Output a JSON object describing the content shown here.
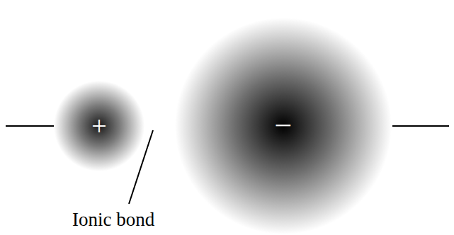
{
  "diagram": {
    "nodes": [
      {
        "text": [
          "+"
        ]
      },
      {
        "text": [
          "−"
        ]
      }
    ],
    "labels": [
      "Ionic bond"
    ]
  }
}
